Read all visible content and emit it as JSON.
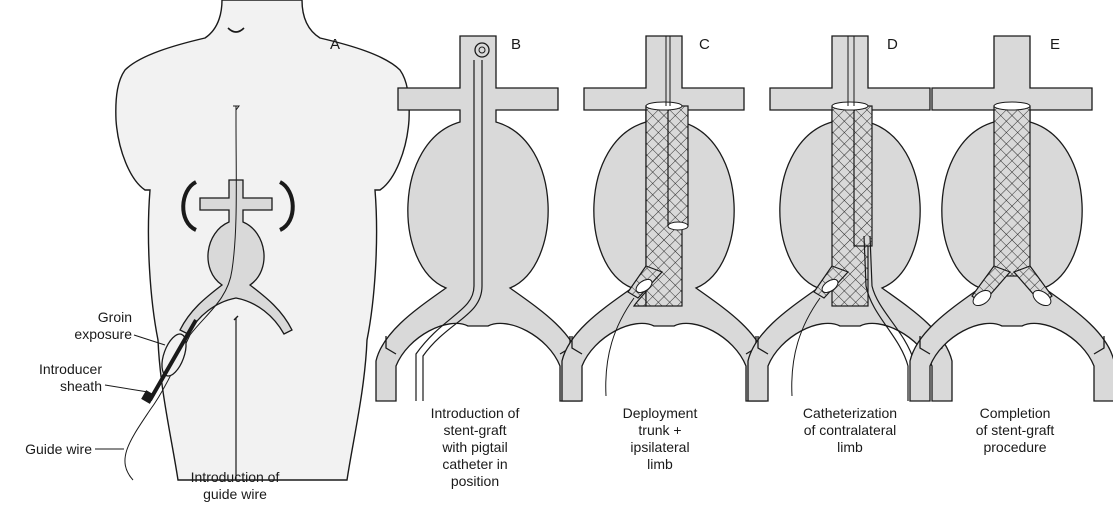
{
  "panels": [
    {
      "letter": "A",
      "caption": "Introduction of\nguide wire"
    },
    {
      "letter": "B",
      "caption": "Introduction of\nstent-graft\nwith pigtail\ncatheter in\nposition"
    },
    {
      "letter": "C",
      "caption": "Deployment\ntrunk +\nipsilateral\nlimb"
    },
    {
      "letter": "D",
      "caption": "Catheterization\nof contralateral\nlimb"
    },
    {
      "letter": "E",
      "caption": "Completion\nof stent-graft\nprocedure"
    }
  ],
  "callouts": {
    "groin": "Groin\nexposure",
    "sheath": "Introducer\nsheath",
    "wire": "Guide wire"
  },
  "colors": {
    "vessel_fill": "#d9d9d9",
    "stroke": "#1a1a1a",
    "background": "#ffffff"
  }
}
